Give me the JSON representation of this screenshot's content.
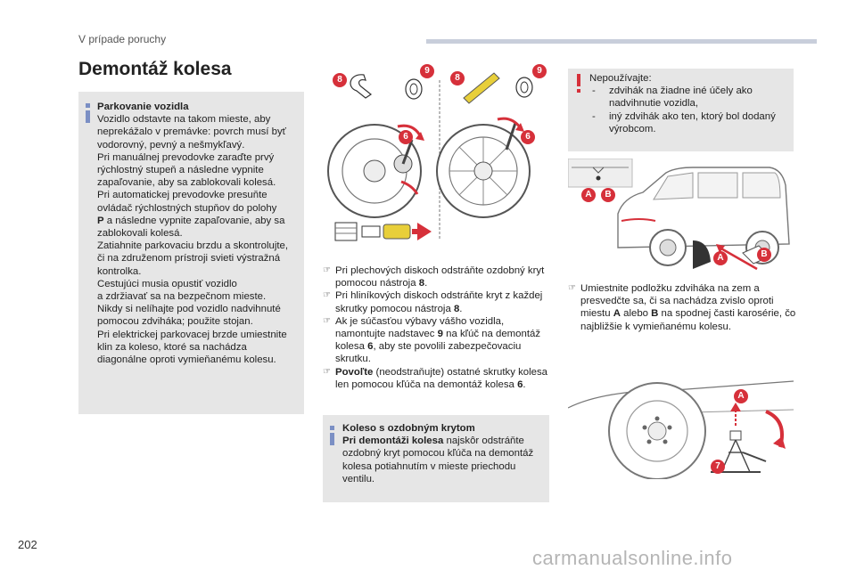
{
  "header": {
    "section": "V prípade poruchy"
  },
  "page": {
    "title": "Demontáž kolesa",
    "number": "202"
  },
  "watermark": "carmanualsonline.info",
  "parking_box": {
    "heading": "Parkovanie vozidla",
    "lines": [
      "Vozidlo odstavte na takom mieste, aby",
      "neprekážalo v premávke: povrch musí byť",
      "vodorovný, pevný a nešmykľavý.",
      "Pri manuálnej prevodovke zaraďte prvý",
      "rýchlostný stupeň a následne vypnite",
      "zapaľovanie, aby sa zablokovali kolesá.",
      "Pri automatickej prevodovke presuňte",
      "ovládač rýchlostných stupňov do polohy",
      "a následne vypnite zapaľovanie, aby sa",
      "zablokovali kolesá.",
      "Zatiahnite parkovaciu brzdu a skontrolujte,",
      "či na združenom prístroji svieti výstražná",
      "kontrolka.",
      "Cestujúci musia opustiť vozidlo",
      "a zdržiavať sa na bezpečnom mieste.",
      "Nikdy si nelíhajte pod vozidlo nadvihnuté",
      "pomocou zdviháka; použite stojan.",
      "Pri elektrickej parkovacej brzde umiestnite",
      "klin za koleso, ktoré sa nachádza",
      "diagonálne oproti vymieňanému kolesu."
    ],
    "gear_p": "P"
  },
  "warning_box": {
    "intro": "Nepoužívajte:",
    "items": [
      "zdvihák na žiadne iné účely ako nadvihnutie vozidla,",
      "iný zdvihák ako ten, ktorý bol dodaný výrobcom."
    ]
  },
  "hubcap_box": {
    "heading": "Koleso s ozdobným krytom",
    "lead_bold": "Pri demontáži kolesa",
    "text": "najskôr odstráňte ozdobný kryt pomocou kľúča na demontáž kolesa potiahnutím v mieste priechodu ventilu."
  },
  "steps_middle": [
    {
      "parts": [
        "Pri plechových diskoch odstráňte ozdobný kryt pomocou nástroja ",
        "8",
        "."
      ]
    },
    {
      "parts": [
        "Pri hliníkových diskoch odstráňte kryt z každej skrutky pomocou nástroja ",
        "8",
        "."
      ]
    },
    {
      "parts": [
        "Ak je súčasťou výbavy vášho vozidla, namontujte nadstavec ",
        "9",
        " na kľúč na demontáž kolesa ",
        "6",
        ", aby ste povolili zabezpečovaciu skrutku."
      ]
    },
    {
      "parts": [
        "Povoľte",
        " (neodstraňujte) ostatné skrutky kolesa len pomocou kľúča na demontáž kolesa ",
        "6",
        "."
      ]
    }
  ],
  "steps_right": {
    "parts": [
      "Umiestnite podložku zdviháka na zem a presvedčte sa, či sa nachádza zvislo oproti miestu ",
      "A",
      " alebo ",
      "B",
      " na spodnej časti karosérie, čo najbližšie k vymieňanému kolesu."
    ]
  },
  "labels": {
    "tool_8": "8",
    "tool_9": "9",
    "wrench_6": "6",
    "point_a": "A",
    "point_b": "B",
    "jack_7": "7"
  },
  "colors": {
    "accent_red": "#d6303a",
    "info_blue": "#7b8fc4",
    "box_grey": "#e6e6e6",
    "header_bar": "#c8cedb",
    "tool_yellow": "#e8cf3a"
  }
}
